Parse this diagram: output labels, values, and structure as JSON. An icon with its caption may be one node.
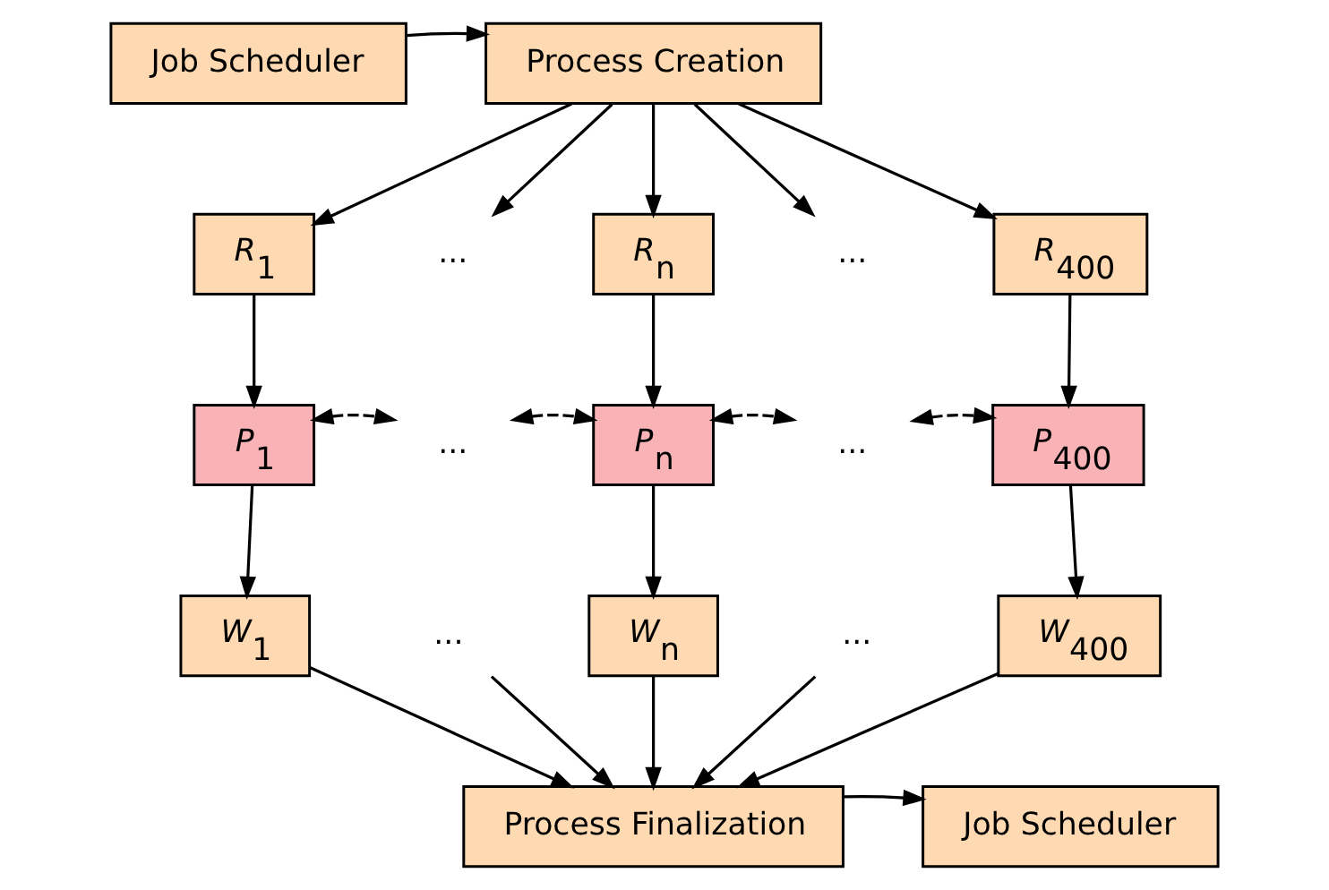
{
  "diagram": {
    "nodes": [
      {
        "text": [
          "Job Scheduler"
        ]
      },
      {
        "text": [
          "Process Creation"
        ]
      },
      {
        "text": [
          "*R*$_{1}$"
        ]
      },
      {
        "text": [
          "..."
        ]
      },
      {
        "text": [
          "*R*$_{n}$"
        ]
      },
      {
        "text": [
          "..."
        ]
      },
      {
        "text": [
          "*R*$_{400}$"
        ]
      },
      {
        "text": [
          "*P*$_{1}$"
        ]
      },
      {
        "text": [
          "..."
        ]
      },
      {
        "text": [
          "*P*$_{n}$"
        ]
      },
      {
        "text": [
          "..."
        ]
      },
      {
        "text": [
          "*P*$_{400}$"
        ]
      },
      {
        "text": [
          "*W*$_{1}$"
        ]
      },
      {
        "text": [
          "..."
        ]
      },
      {
        "text": [
          "*W*$_{n}$"
        ]
      },
      {
        "text": [
          "..."
        ]
      },
      {
        "text": [
          "*W*$_{400}$"
        ]
      },
      {
        "text": [
          "Process Finalization"
        ]
      },
      {
        "text": [
          "Job Scheduler"
        ]
      }
    ],
    "edges": [
      {
        "from": 0,
        "to": 1,
        "arrow": "to"
      },
      {
        "from": 1,
        "to": 2,
        "arrow": "to"
      },
      {
        "from": 1,
        "to": 3,
        "arrow": "to"
      },
      {
        "from": 1,
        "to": 4,
        "arrow": "to"
      },
      {
        "from": 1,
        "to": 5,
        "arrow": "to"
      },
      {
        "from": 1,
        "to": 6,
        "arrow": "to"
      },
      {
        "from": 2,
        "to": 7,
        "arrow": "to"
      },
      {
        "from": 4,
        "to": 9,
        "arrow": "to"
      },
      {
        "from": 6,
        "to": 11,
        "arrow": "to"
      },
      {
        "from": 7,
        "to": 8,
        "arrow": "both",
        "style": "dashed"
      },
      {
        "from": 8,
        "to": 9,
        "arrow": "both",
        "style": "dashed"
      },
      {
        "from": 9,
        "to": 10,
        "arrow": "both",
        "style": "dashed"
      },
      {
        "from": 10,
        "to": 11,
        "arrow": "both",
        "style": "dashed"
      },
      {
        "from": 7,
        "to": 12,
        "arrow": "to"
      },
      {
        "from": 9,
        "to": 14,
        "arrow": "to"
      },
      {
        "from": 11,
        "to": 16,
        "arrow": "to"
      },
      {
        "from": 12,
        "to": 17,
        "arrow": "to"
      },
      {
        "from": 13,
        "to": 17,
        "arrow": "to"
      },
      {
        "from": 14,
        "to": 17,
        "arrow": "to"
      },
      {
        "from": 15,
        "to": 17,
        "arrow": "to"
      },
      {
        "from": 16,
        "to": 17,
        "arrow": "to"
      },
      {
        "from": 17,
        "to": 18,
        "arrow": "to"
      }
    ]
  }
}
